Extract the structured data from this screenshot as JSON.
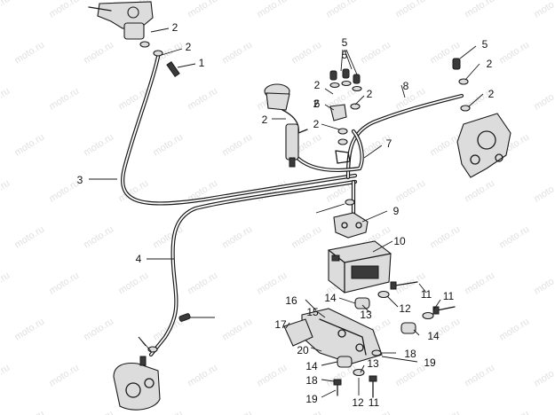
{
  "watermark": "moto.ru",
  "callouts": [
    {
      "id": "c1",
      "text": "2"
    },
    {
      "id": "c2",
      "text": "2"
    },
    {
      "id": "c3",
      "text": "1"
    },
    {
      "id": "c4",
      "text": "3"
    },
    {
      "id": "c5",
      "text": "4"
    },
    {
      "id": "c6",
      "text": "5"
    },
    {
      "id": "c7",
      "text": "2"
    },
    {
      "id": "c8",
      "text": "5"
    },
    {
      "id": "c9",
      "text": "2"
    },
    {
      "id": "c10",
      "text": "6"
    },
    {
      "id": "c11",
      "text": "2"
    },
    {
      "id": "c12",
      "text": "2"
    },
    {
      "id": "c13",
      "text": "7"
    },
    {
      "id": "c14",
      "text": "2"
    },
    {
      "id": "c15",
      "text": "8"
    },
    {
      "id": "c16",
      "text": "5"
    },
    {
      "id": "c17",
      "text": "2"
    },
    {
      "id": "c18",
      "text": "2"
    },
    {
      "id": "c19",
      "text": "9"
    },
    {
      "id": "c20",
      "text": "10"
    },
    {
      "id": "c21",
      "text": "11"
    },
    {
      "id": "c22",
      "text": "16"
    },
    {
      "id": "c23",
      "text": "15"
    },
    {
      "id": "c24",
      "text": "14"
    },
    {
      "id": "c25",
      "text": "13"
    },
    {
      "id": "c26",
      "text": "12"
    },
    {
      "id": "c27",
      "text": "11"
    },
    {
      "id": "c28",
      "text": "17"
    },
    {
      "id": "c29",
      "text": "14"
    },
    {
      "id": "c30",
      "text": "20"
    },
    {
      "id": "c31",
      "text": "18"
    },
    {
      "id": "c32",
      "text": "19"
    },
    {
      "id": "c33",
      "text": "14"
    },
    {
      "id": "c34",
      "text": "13"
    },
    {
      "id": "c35",
      "text": "18"
    },
    {
      "id": "c36",
      "text": "12"
    },
    {
      "id": "c37",
      "text": "11"
    },
    {
      "id": "c38",
      "text": "19"
    }
  ]
}
